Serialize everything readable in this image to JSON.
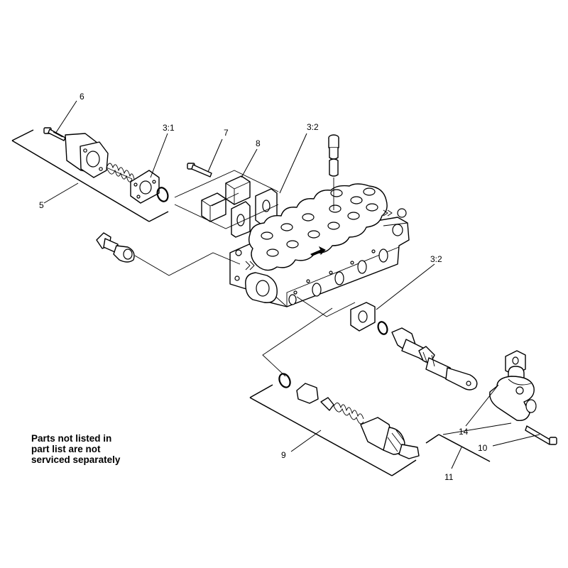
{
  "callouts": {
    "c6": "6",
    "c3_1": "3:1",
    "c7": "7",
    "c8": "8",
    "c3_2_top": "3:2",
    "c5": "5",
    "c3_2_right": "3:2",
    "c9": "9",
    "c14": "14",
    "c10": "10",
    "c11": "11"
  },
  "note": {
    "line1": "Parts not listed in",
    "line2": "part list are not",
    "line3": "serviced separately"
  }
}
